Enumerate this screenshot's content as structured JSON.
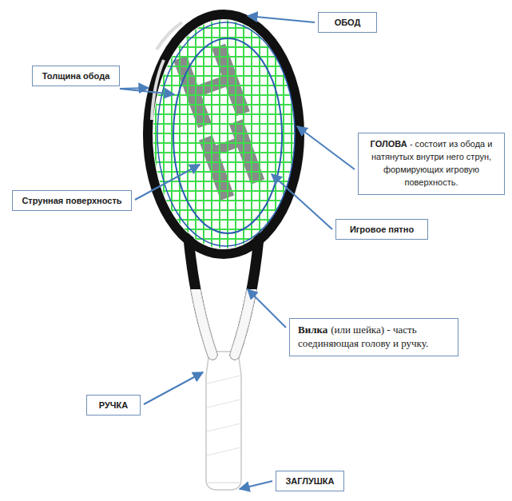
{
  "diagram": {
    "nodes": [
      {
        "text": [
          "ОБОД"
        ]
      },
      {
        "text": [
          "Толщина обода"
        ]
      },
      {
        "text": [
          "ГОЛОВА",
          "- состоит из обода и натянутых внутри него струн, формирующих игровую поверхность."
        ]
      },
      {
        "text": [
          "Струнная поверхность"
        ]
      },
      {
        "text": [
          "Игровое пятно"
        ]
      },
      {
        "text": [
          "Вилка",
          "(или шейка) - часть соединяющая голову и ручку."
        ]
      },
      {
        "text": [
          "РУЧКА"
        ]
      },
      {
        "text": [
          "ЗАГЛУШКА"
        ]
      }
    ]
  }
}
